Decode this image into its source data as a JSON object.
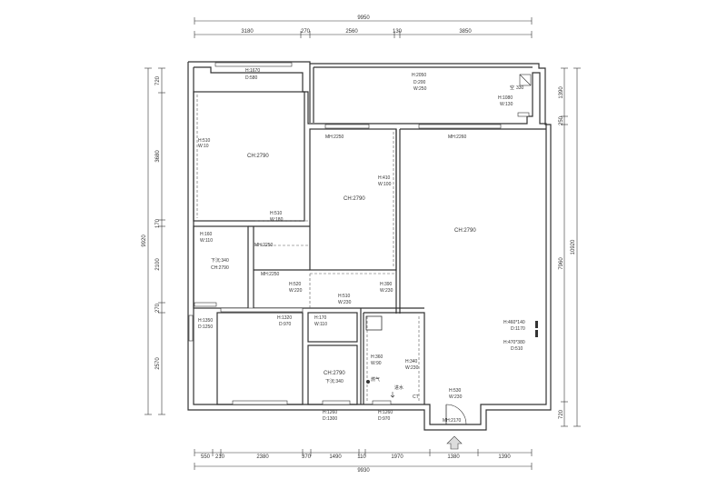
{
  "dims_top": {
    "total": "9950",
    "segments": [
      "3180",
      "270",
      "2560",
      "130",
      "3850"
    ]
  },
  "dims_bottom": {
    "total": "9930",
    "segments": [
      "550",
      "210",
      "2380",
      "370",
      "1490",
      "110",
      "1970",
      "1380",
      "1390"
    ]
  },
  "dims_left": {
    "total": "9920",
    "segments": [
      "720",
      "3680",
      "170",
      "2100",
      "270",
      "2570"
    ]
  },
  "dims_right": {
    "total": "10920",
    "segments": [
      "1390",
      "250",
      "7960",
      "720"
    ]
  },
  "labels": {
    "balcony_window": [
      "H:1670",
      "D:580"
    ],
    "top_balcony": [
      "H:2050",
      "D:200",
      "W:250"
    ],
    "aircon_cabinet": "空",
    "aircon_cabinet_2": "330",
    "top_right_window": [
      "H:1080",
      "W:130"
    ],
    "wall_opening_left": [
      "H:510",
      "W:10"
    ],
    "bedroom_left_ceiling": "CH:2790",
    "bedroom_mid_door": "MH:2250",
    "bedroom_mid_window": [
      "H:410",
      "W:100"
    ],
    "bedroom_mid_ceiling": "CH:2790",
    "living_door": "MH:2260",
    "living_ceiling": "CH:2790",
    "corridor_window": [
      "H:510",
      "W:180"
    ],
    "bath_window": [
      "H:160",
      "W:110"
    ],
    "bath_door": "MH:2250",
    "bath_drop": "下沉:340",
    "bath_ceiling": "CH:2790",
    "corridor_door": "MH:2250",
    "corridor_a": [
      "H:520",
      "W:220"
    ],
    "corridor_b": [
      "H:510",
      "W:230"
    ],
    "corridor_c": [
      "H:390",
      "W:230"
    ],
    "meter_right_a": [
      "H:460*140",
      "D:1170"
    ],
    "meter_right_b": [
      "H:470*380",
      "D:510"
    ],
    "left_window": [
      "H:1350",
      "D:1250"
    ],
    "bedroom_bl_window": [
      "H:1320",
      "D:970"
    ],
    "small_window": [
      "H:170",
      "W:110"
    ],
    "kitchen_a": [
      "H:360",
      "W:90"
    ],
    "kitchen_gas": "燃气",
    "kitchen_b": [
      "H:340",
      "W:230"
    ],
    "kitchen_water": "进水",
    "kitchen_c": [
      "H:530",
      "W:230"
    ],
    "kitchen_ct": "CT",
    "wc_ceiling": "CH:2790",
    "wc_drop": "下沉:340",
    "bottom_win1": [
      "H:1260",
      "D:1300"
    ],
    "bottom_win2": [
      "H:1260",
      "D:970"
    ],
    "entry_door": "MH:2170"
  }
}
